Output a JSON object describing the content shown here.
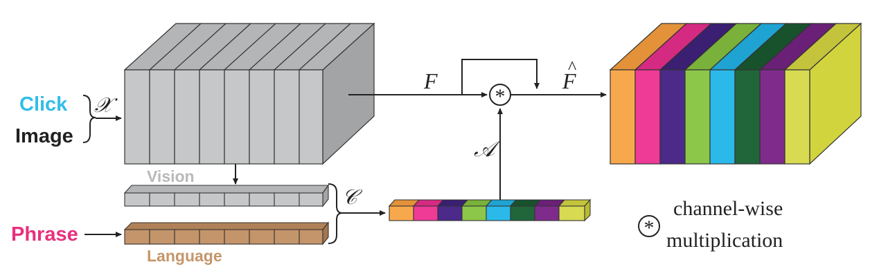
{
  "inputs": {
    "click": "Click",
    "image": "Image",
    "phrase": "Phrase"
  },
  "symbols": {
    "x": "𝒳",
    "c": "𝒞",
    "a": "𝒜",
    "f": "F",
    "f_hat": "F",
    "hat": "^"
  },
  "labels": {
    "vision": "Vision",
    "language": "Language"
  },
  "legend": {
    "symbol": "*",
    "line1": "channel-wise",
    "line2": "multiplication"
  },
  "colors": {
    "click": "#33bde8",
    "phrase": "#e8307f",
    "image": "#222222",
    "vision_label": "#b9b9b9",
    "language_label": "#c4966a",
    "gray_front": "#c6c7c9",
    "gray_top": "#b4b5b7",
    "gray_side": "#a3a4a6",
    "brown": "#c4946a",
    "channels": [
      "#f8a84c",
      "#ef3a96",
      "#4b2a8a",
      "#8dc74a",
      "#2bb9ea",
      "#20663a",
      "#7f2b8c",
      "#d8da52"
    ]
  }
}
